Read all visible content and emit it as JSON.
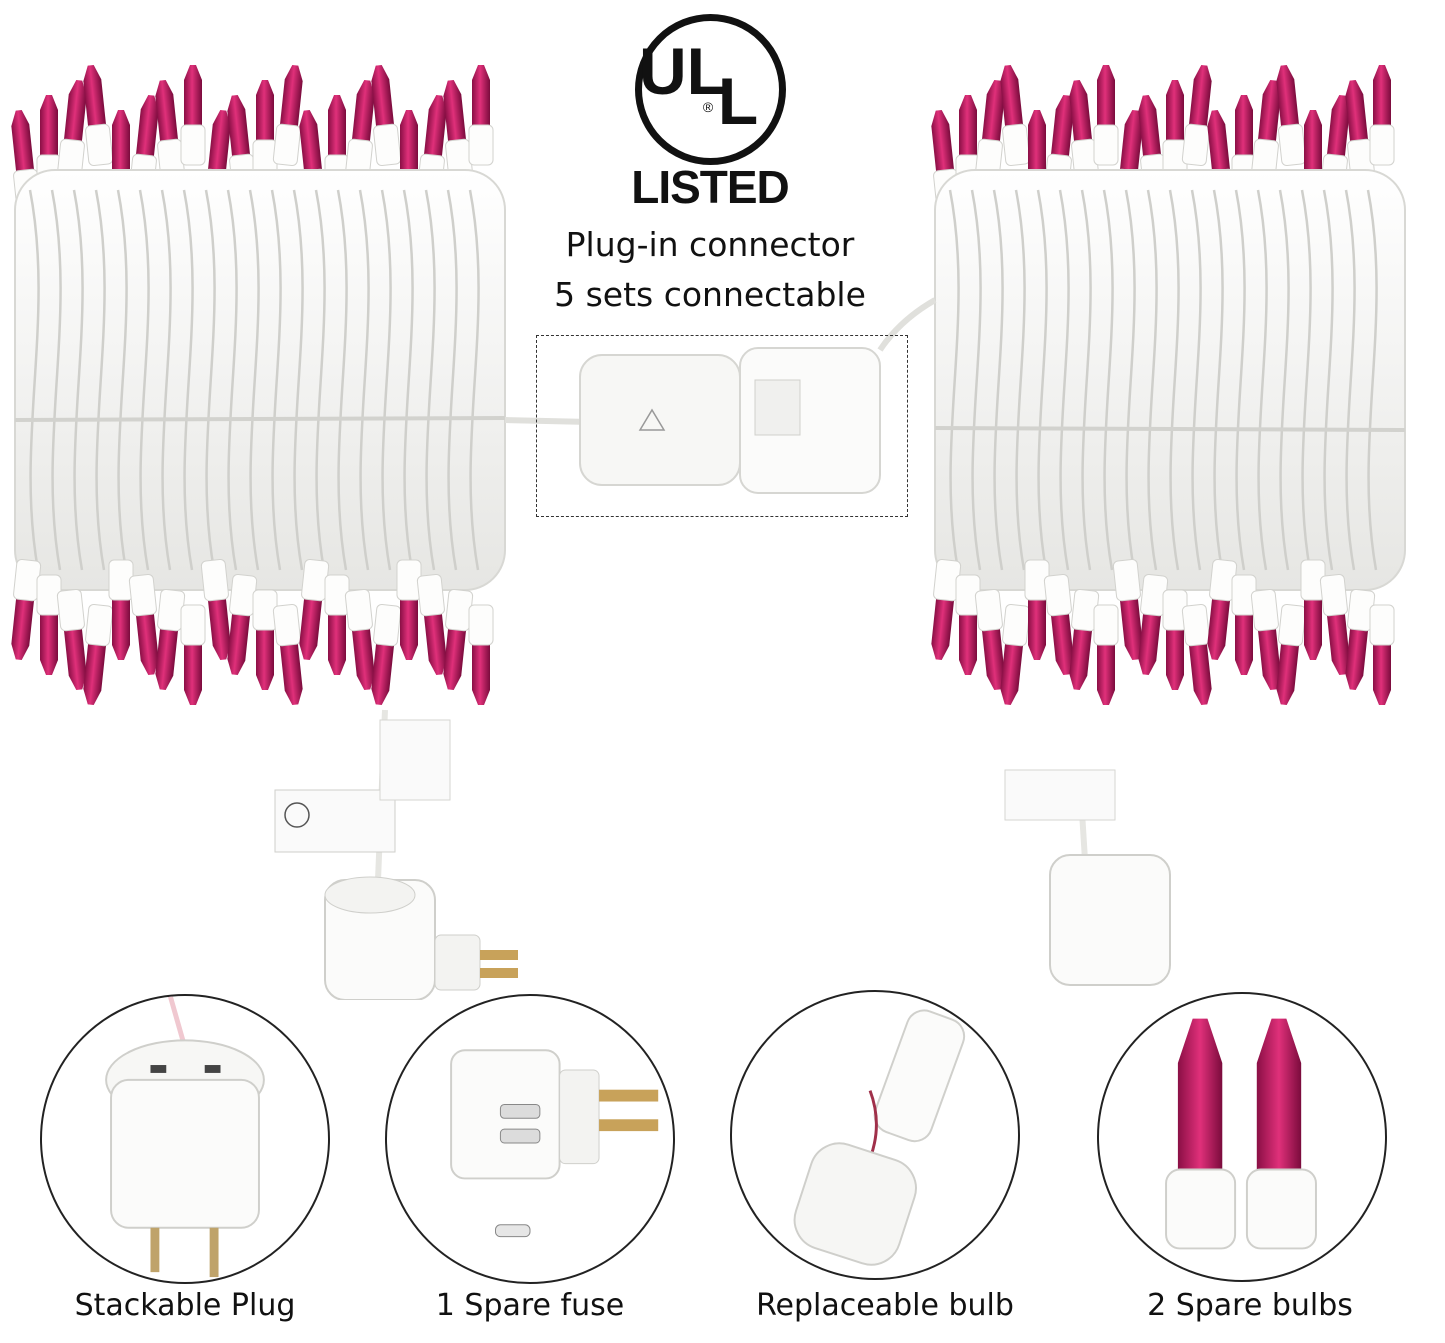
{
  "ul_badge": {
    "mark": "UL",
    "registered_symbol": "®",
    "listed_label": "LISTED"
  },
  "headline": {
    "line1": "Plug-in connector",
    "line2": "5 sets connectable"
  },
  "features": [
    {
      "label": "Stackable Plug"
    },
    {
      "label": "1 Spare fuse"
    },
    {
      "label": "Replaceable bulb"
    },
    {
      "label": "2 Spare bulbs"
    }
  ],
  "colors": {
    "bulb": "#c2185b",
    "bulb_dark": "#8a0f45",
    "wire": "#f4f4f2",
    "socket": "#ffffff",
    "outline": "#222222"
  }
}
